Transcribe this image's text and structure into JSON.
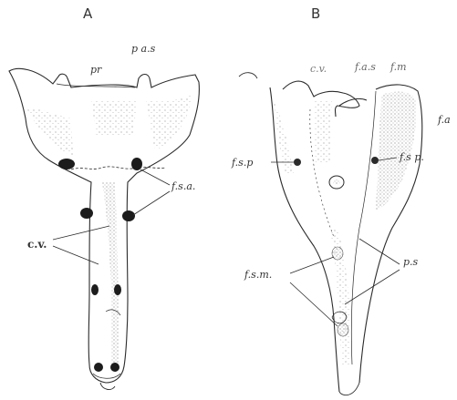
{
  "figure": {
    "panels": [
      {
        "letter": "A",
        "labels": {
          "top_right": "p a.s",
          "top_left": "pr",
          "foramina_right": "f.s.a.",
          "left_side": "c.v."
        }
      },
      {
        "letter": "B",
        "labels": {
          "top_left": "c.v.",
          "top_mid": "f.a.s",
          "top_right": "f.m",
          "right_side": "f.a",
          "left_foramen": "f.s.p",
          "right_foramen": "f.s p.",
          "lower_left": "f.s.m.",
          "lower_right": "p.s"
        }
      }
    ],
    "colors": {
      "ink": "#2b2b2b",
      "stipple": "#8a8a8a"
    }
  }
}
